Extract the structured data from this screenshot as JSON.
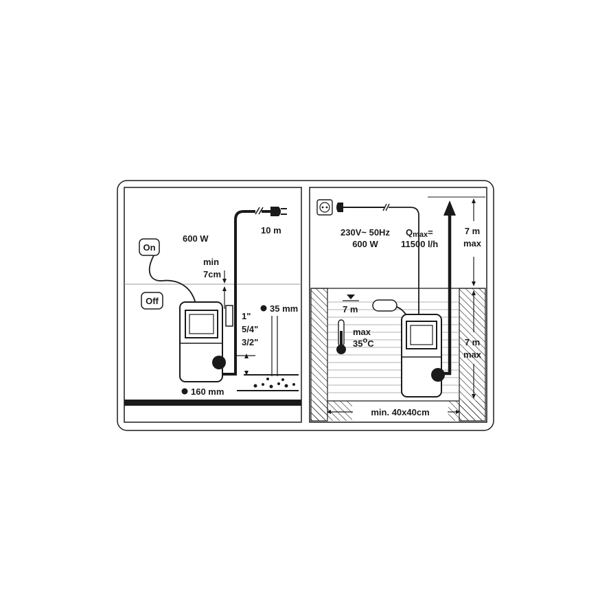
{
  "left_panel": {
    "on_label": "On",
    "off_label": "Off",
    "power": "600 W",
    "cable_length": "10 m",
    "min_depth_line1": "min",
    "min_depth_line2": "7cm",
    "hose_size_1": "1\"",
    "hose_size_2": "5/4\"",
    "hose_size_3": "3/2\"",
    "particle_size": "35 mm",
    "base_diameter": "160 mm"
  },
  "right_panel": {
    "voltage": "230V~ 50Hz",
    "power": "600 W",
    "qmax_prefix": "Q",
    "qmax_sub": "max",
    "qmax_eq": "=",
    "qmax_value": "11500 l/h",
    "float_depth": "7 m",
    "temp_line1": "max",
    "temp_value": "35",
    "temp_unit_sup": "o",
    "temp_unit": "C",
    "head_top_line1": "7 m",
    "head_top_line2": "max",
    "head_bottom_line1": "7 m",
    "head_bottom_line2": "max",
    "pit_size": "min. 40x40cm"
  },
  "colors": {
    "ink": "#1a1a1a",
    "background": "#ffffff",
    "water_line": "#bdbdbd"
  }
}
